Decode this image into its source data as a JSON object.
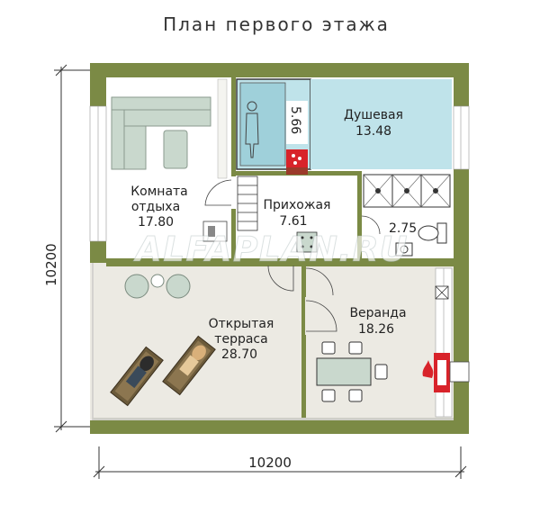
{
  "title": "План первого этажа",
  "watermark": "ALFAPLAN.RU",
  "dimensions": {
    "width": "10200",
    "height": "10200"
  },
  "rooms": {
    "lounge": {
      "name_line1": "Комната",
      "name_line2": "отдыха",
      "area": "17.80"
    },
    "shower": {
      "name": "Душевая",
      "area": "13.48"
    },
    "sauna": {
      "area": "5.66"
    },
    "hall": {
      "name": "Прихожая",
      "area": "7.61"
    },
    "wc": {
      "area": "2.75"
    },
    "terrace": {
      "name_line1": "Открытая",
      "name_line2": "терраса",
      "area": "28.70"
    },
    "veranda": {
      "name": "Веранда",
      "area": "18.26"
    }
  },
  "colors": {
    "wall": "#7b8a45",
    "floor_indoor": "#ffffff",
    "floor_outdoor": "#eceae3",
    "wet_area": "#bfe3ea",
    "furniture": "#c9d8cd",
    "accent_red": "#d8232a"
  }
}
